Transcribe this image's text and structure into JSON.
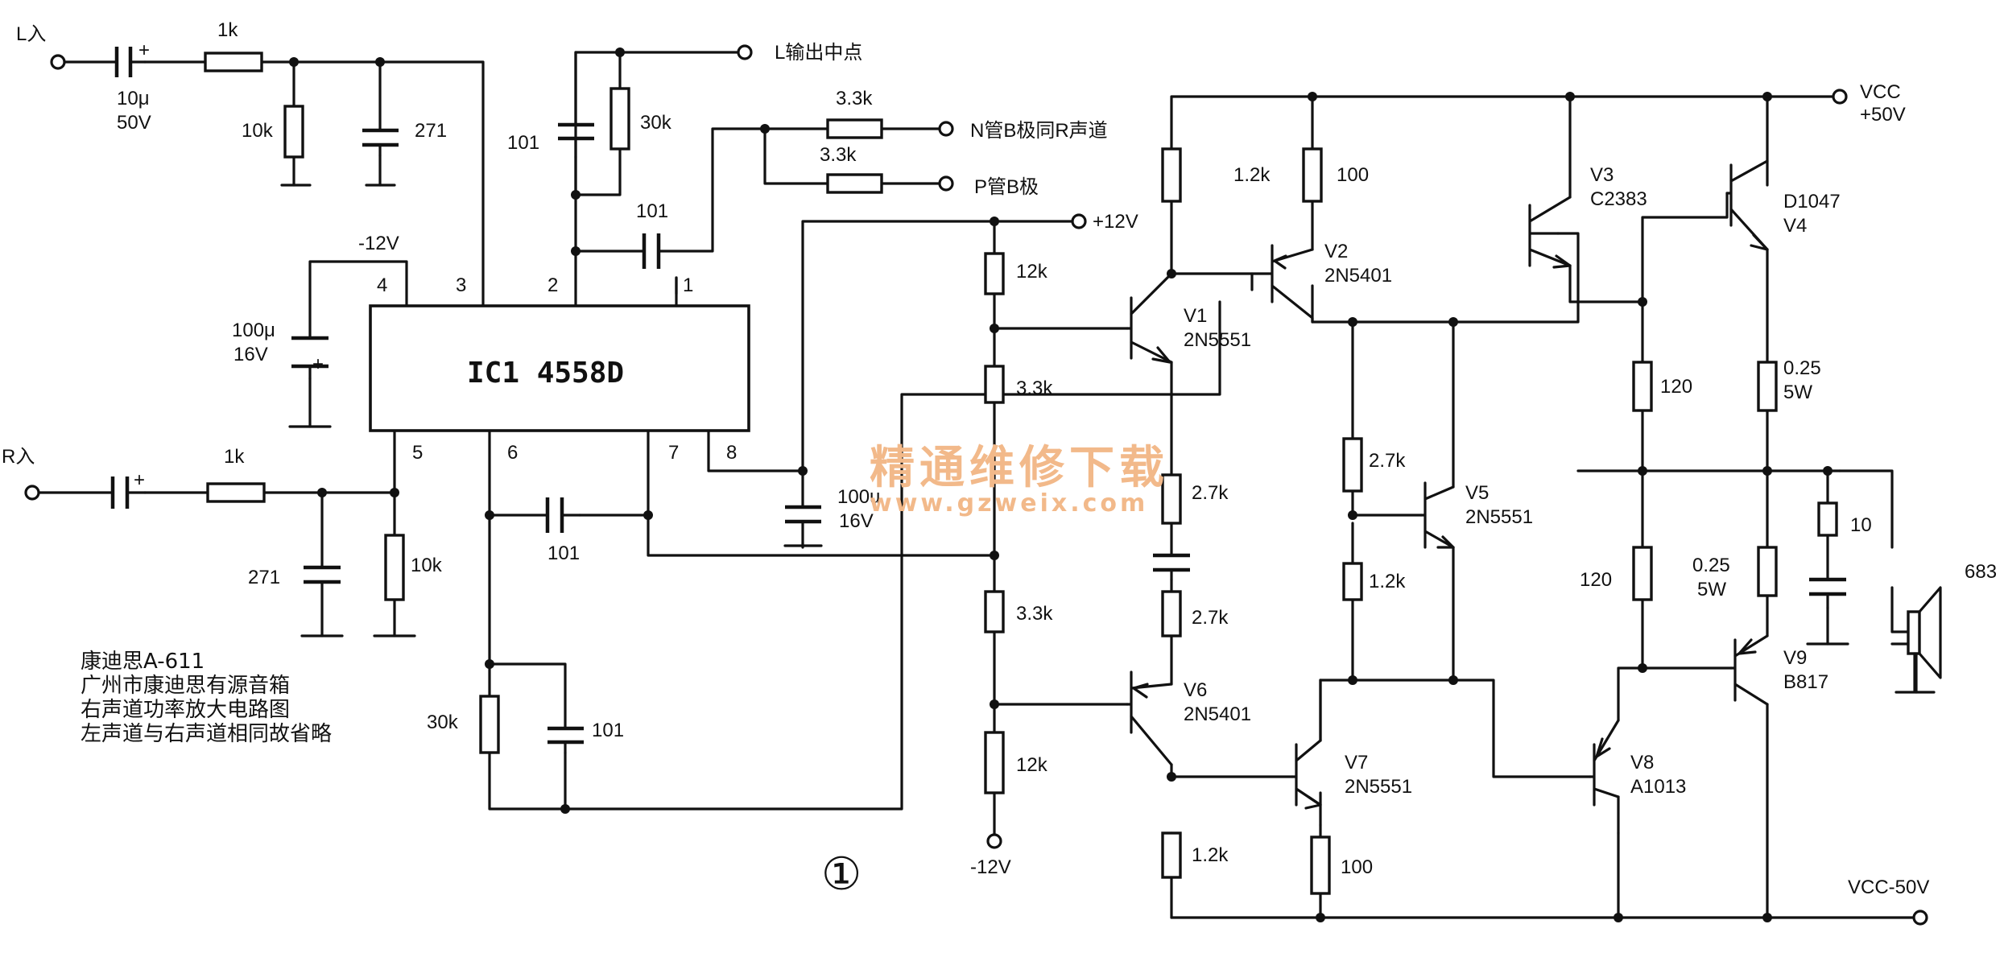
{
  "colors": {
    "line": "#111111",
    "background": "#ffffff",
    "watermark": "#f2b98a"
  },
  "ic": {
    "label": "IC1 4558D",
    "pins": [
      "1",
      "2",
      "3",
      "4",
      "5",
      "6",
      "7",
      "8"
    ]
  },
  "terminals": {
    "l_in": "L入",
    "r_in": "R入",
    "l_out_mid": "L输出中点",
    "n_base": "N管B极同R声道",
    "p_base": "P管B极",
    "p12": "+12V",
    "n12_left": "-12V",
    "n12_bottom": "-12V",
    "vcc_pos": "VCC",
    "vcc_pos_val": "+50V",
    "vcc_neg": "VCC-50V"
  },
  "components": {
    "cin_l": "10μ",
    "cin_l_v": "50V",
    "r1k_l": "1k",
    "r10k_l": "10k",
    "c271_l": "271",
    "c101_top": "101",
    "r30k_top": "30k",
    "c101_mid": "101",
    "r33k_n": "3.3k",
    "r33k_p": "3.3k",
    "c100u_l": "100μ",
    "c100u_l_v": "16V",
    "r1k_r": "1k",
    "c271_r": "271",
    "r10k_r": "10k",
    "c101_56": "101",
    "r30k_bot": "30k",
    "c101_bot": "101",
    "c100u_r": "100u",
    "c100u_r_v": "16V",
    "r12k_top": "12k",
    "r33k_a": "3.3k",
    "r33k_b": "3.3k",
    "r12k_bot": "12k",
    "r12k_v1": "1.2k",
    "r100_v2": "100",
    "r27k_a": "2.7k",
    "r27k_b": "2.7k",
    "r27k_v5": "2.7k",
    "r12k_v5": "1.2k",
    "r12k_v6": "1.2k",
    "r100_v7": "100",
    "r120_a": "120",
    "r120_b": "120",
    "r025_a": "0.25",
    "r025_a_p": "5W",
    "r025_b": "0.25",
    "r025_b_p": "5W",
    "r10_out": "10",
    "spk": "683"
  },
  "transistors": {
    "v1": "V1",
    "v1_t": "2N5551",
    "v2": "V2",
    "v2_t": "2N5401",
    "v3": "V3",
    "v3_t": "C2383",
    "v4": "V4",
    "v4_t": "D1047",
    "v5": "V5",
    "v5_t": "2N5551",
    "v6": "V6",
    "v6_t": "2N5401",
    "v7": "V7",
    "v7_t": "2N5551",
    "v8": "V8",
    "v8_t": "A1013",
    "v9": "V9",
    "v9_t": "B817"
  },
  "caption": [
    "康迪思A-611",
    "广州市康迪思有源音箱",
    "右声道功率放大电路图",
    "左声道与右声道相同故省略"
  ],
  "figure_number": "①",
  "watermark": {
    "line1": "精通维修下载",
    "line2": "www.gzweix.com"
  }
}
